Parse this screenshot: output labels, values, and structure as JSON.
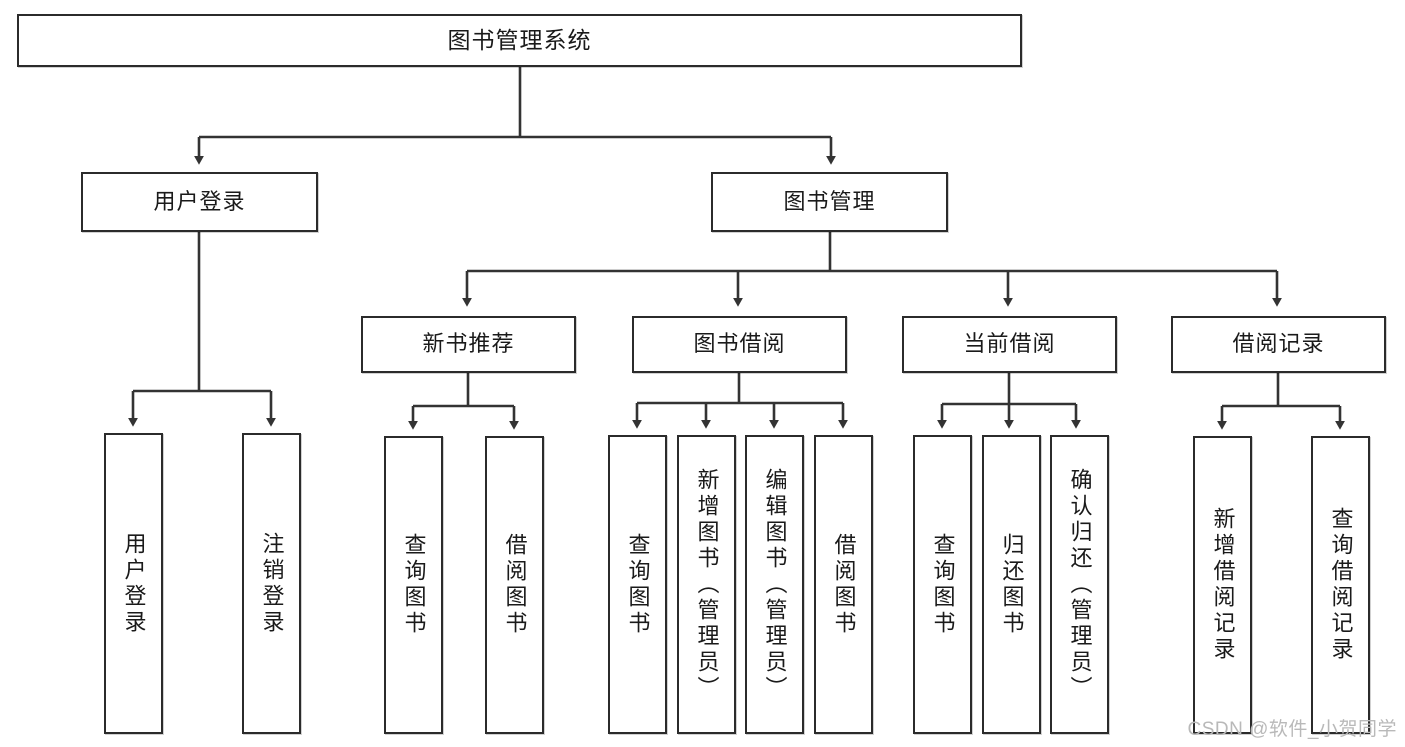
{
  "diagram": {
    "title": "图书管理系统",
    "type": "hierarchy-tree",
    "watermark": "CSDN @软件_小贺同学",
    "colors": {
      "box_border": "#2b2b2b",
      "box_fill": "#ffffff",
      "connector": "#333333",
      "text": "#1a1a1a",
      "watermark": "#b9b9b9"
    },
    "root": {
      "label": "图书管理系统"
    },
    "level2": [
      {
        "label": "用户登录"
      },
      {
        "label": "图书管理"
      }
    ],
    "level3": [
      {
        "label": "新书推荐"
      },
      {
        "label": "图书借阅"
      },
      {
        "label": "当前借阅"
      },
      {
        "label": "借阅记录"
      }
    ],
    "leaves_user_login": [
      {
        "label": "用户登录"
      },
      {
        "label": "注销登录"
      }
    ],
    "leaves_new_book": [
      {
        "label": "查询图书"
      },
      {
        "label": "借阅图书"
      }
    ],
    "leaves_borrow": [
      {
        "label": "查询图书"
      },
      {
        "label": "新增图书（管理员）"
      },
      {
        "label": "编辑图书（管理员）"
      },
      {
        "label": "借阅图书"
      }
    ],
    "leaves_current": [
      {
        "label": "查询图书"
      },
      {
        "label": "归还图书"
      },
      {
        "label": "确认归还（管理员）"
      }
    ],
    "leaves_record": [
      {
        "label": "新增借阅记录"
      },
      {
        "label": "查询借阅记录"
      }
    ]
  }
}
